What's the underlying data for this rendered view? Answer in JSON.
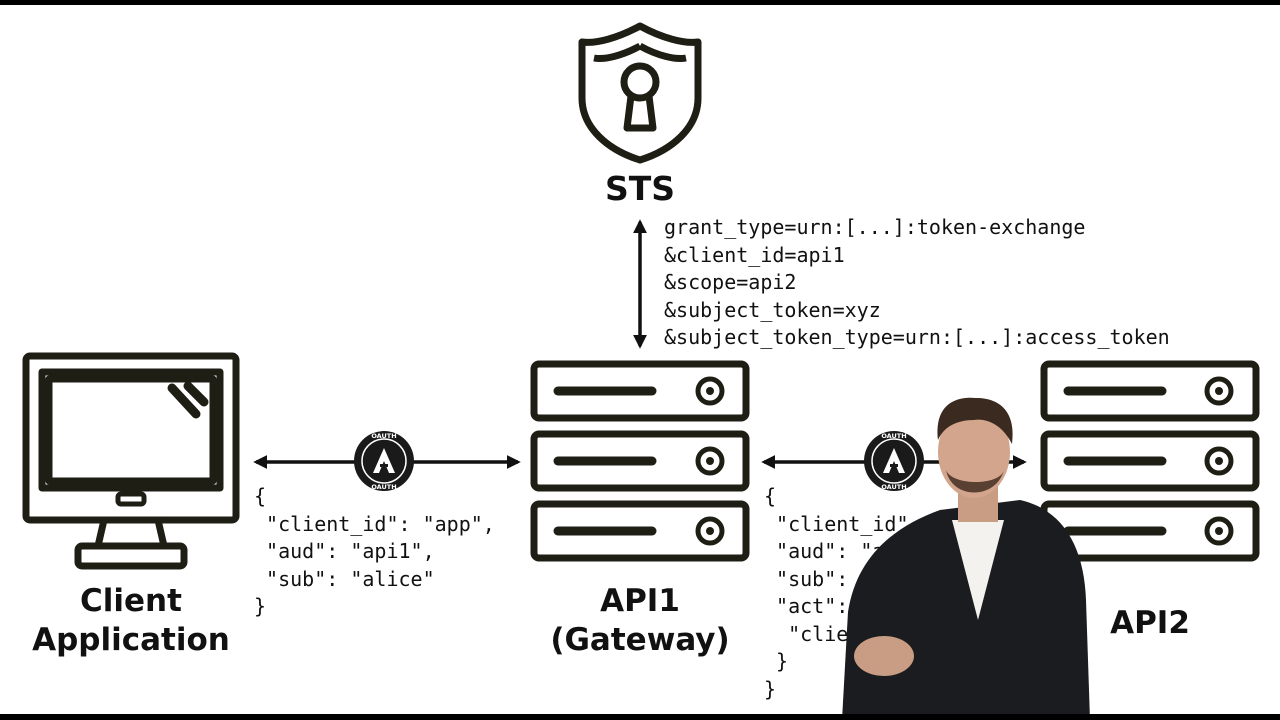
{
  "colors": {
    "icon_stroke": "#1e1e14",
    "text": "#111111",
    "badge": "#1a1a1a",
    "background": "#ffffff"
  },
  "icons": {
    "sts": "shield-keyhole-icon",
    "client": "computer-monitor-icon",
    "server": "server-stack-icon",
    "badge": "oauth-badge-icon"
  },
  "sts": {
    "label": "STS",
    "request_lines": [
      "grant_type=urn:[...]:token-exchange",
      "&client_id=api1",
      "&scope=api2",
      "&subject_token=xyz",
      "&subject_token_type=urn:[...]:access_token"
    ]
  },
  "client": {
    "label": "Client\nApplication"
  },
  "api1": {
    "label": "API1\n(Gateway)"
  },
  "api2": {
    "label": "API2"
  },
  "badge": {
    "top_text": "OAUTH",
    "bottom_text": "OAUTH",
    "letter": "A"
  },
  "token_client_to_api1": {
    "lines": [
      "{",
      " \"client_id\": \"app\",",
      " \"aud\": \"api1\",",
      " \"sub\": \"alice\"",
      "}"
    ]
  },
  "token_api1_to_api2": {
    "lines": [
      "{",
      " \"client_id\"",
      " \"aud\": \"a",
      " \"sub\": \"",
      " \"act\": {",
      "  \"client",
      " }",
      "}"
    ]
  }
}
